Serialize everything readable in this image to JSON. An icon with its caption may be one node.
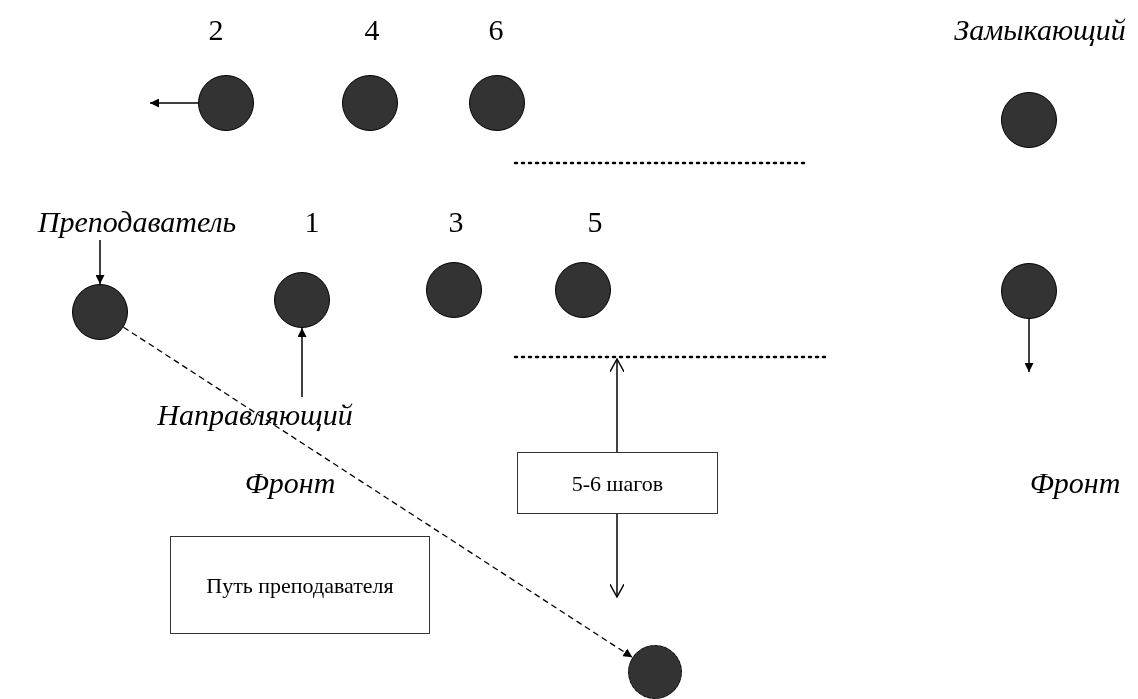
{
  "diagram": {
    "nodes": [
      {
        "text": [],
        "shape": "circle",
        "beside": [
          "2"
        ]
      },
      {
        "text": [],
        "shape": "circle",
        "beside": [
          "4"
        ]
      },
      {
        "text": [],
        "shape": "circle",
        "beside": [
          "6"
        ]
      },
      {
        "text": [],
        "shape": "circle",
        "beside": [
          "Замыкающий"
        ]
      },
      {
        "text": [
          "Преподаватель"
        ]
      },
      {
        "text": [],
        "shape": "circle"
      },
      {
        "text": [],
        "shape": "circle",
        "beside": [
          "1"
        ]
      },
      {
        "text": [],
        "shape": "circle",
        "beside": [
          "3"
        ]
      },
      {
        "text": [],
        "shape": "circle",
        "beside": [
          "5"
        ]
      },
      {
        "text": [],
        "shape": "circle"
      },
      {
        "text": [
          "Направляющий"
        ]
      },
      {
        "text": [
          "5-6 шагов"
        ]
      },
      {
        "text": [
          "Путь преподавателя"
        ]
      },
      {
        "text": [],
        "shape": "circle"
      }
    ],
    "edges": [
      {
        "from": 0,
        "to": null,
        "arrow": "to"
      },
      {
        "from": 4,
        "to": 5,
        "arrow": "to"
      },
      {
        "from": 10,
        "to": 6,
        "arrow": "to"
      },
      {
        "from": 9,
        "to": null,
        "arrow": "to"
      },
      {
        "from": 5,
        "to": 13,
        "arrow": "to",
        "style": "dashed"
      }
    ],
    "labels": [
      "Фронт",
      "Фронт"
    ]
  }
}
